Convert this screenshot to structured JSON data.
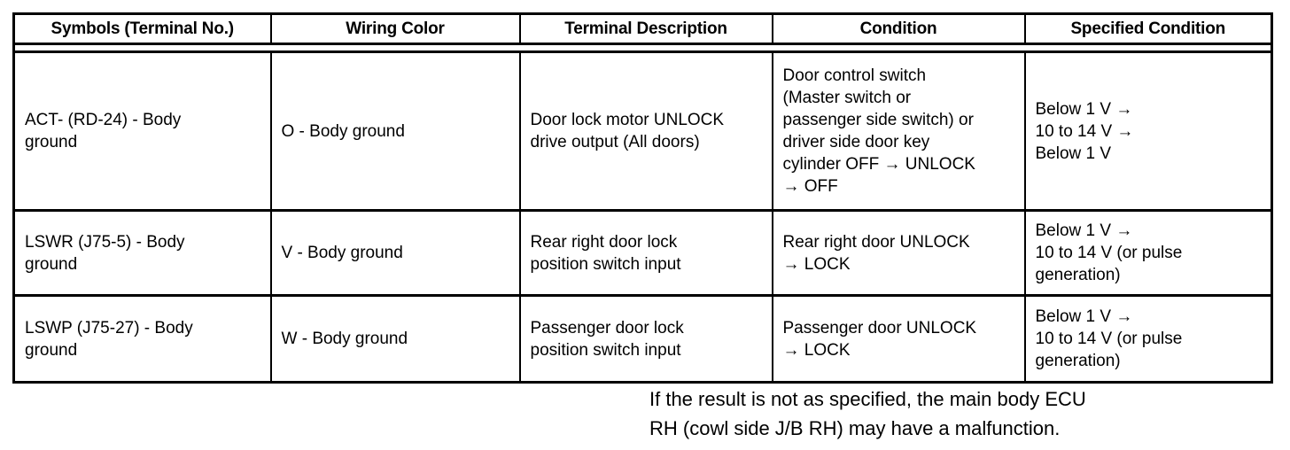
{
  "table": {
    "headers": [
      "Symbols (Terminal No.)",
      "Wiring Color",
      "Terminal Description",
      "Condition",
      "Specified Condition"
    ],
    "rows": [
      {
        "symbols": "ACT- (RD-24) - Body\nground",
        "wiring_color": "O - Body ground",
        "terminal_description": "Door lock motor UNLOCK\ndrive output (All doors)",
        "condition": "Door control switch\n(Master switch or\npassenger side switch) or\ndriver side door key\ncylinder OFF → UNLOCK\n→ OFF",
        "specified_condition": "Below 1 V →\n10 to 14 V →\nBelow 1 V"
      },
      {
        "symbols": "LSWR (J75-5) - Body\nground",
        "wiring_color": "V - Body ground",
        "terminal_description": "Rear right door lock\nposition switch input",
        "condition": "Rear right door UNLOCK\n→ LOCK",
        "specified_condition": "Below 1 V →\n10 to 14 V (or pulse\ngeneration)"
      },
      {
        "symbols": "LSWP (J75-27) - Body\nground",
        "wiring_color": "W - Body ground",
        "terminal_description": "Passenger door lock\nposition switch input",
        "condition": "Passenger door UNLOCK\n→ LOCK",
        "specified_condition": "Below 1 V →\n10 to 14 V (or pulse\ngeneration)"
      }
    ]
  },
  "footer": {
    "note": "If the result is not as specified, the main body ECU\nRH (cowl side J/B RH) may have a malfunction."
  },
  "colors": {
    "text": "#000000",
    "background": "#ffffff",
    "rule": "#000000"
  }
}
